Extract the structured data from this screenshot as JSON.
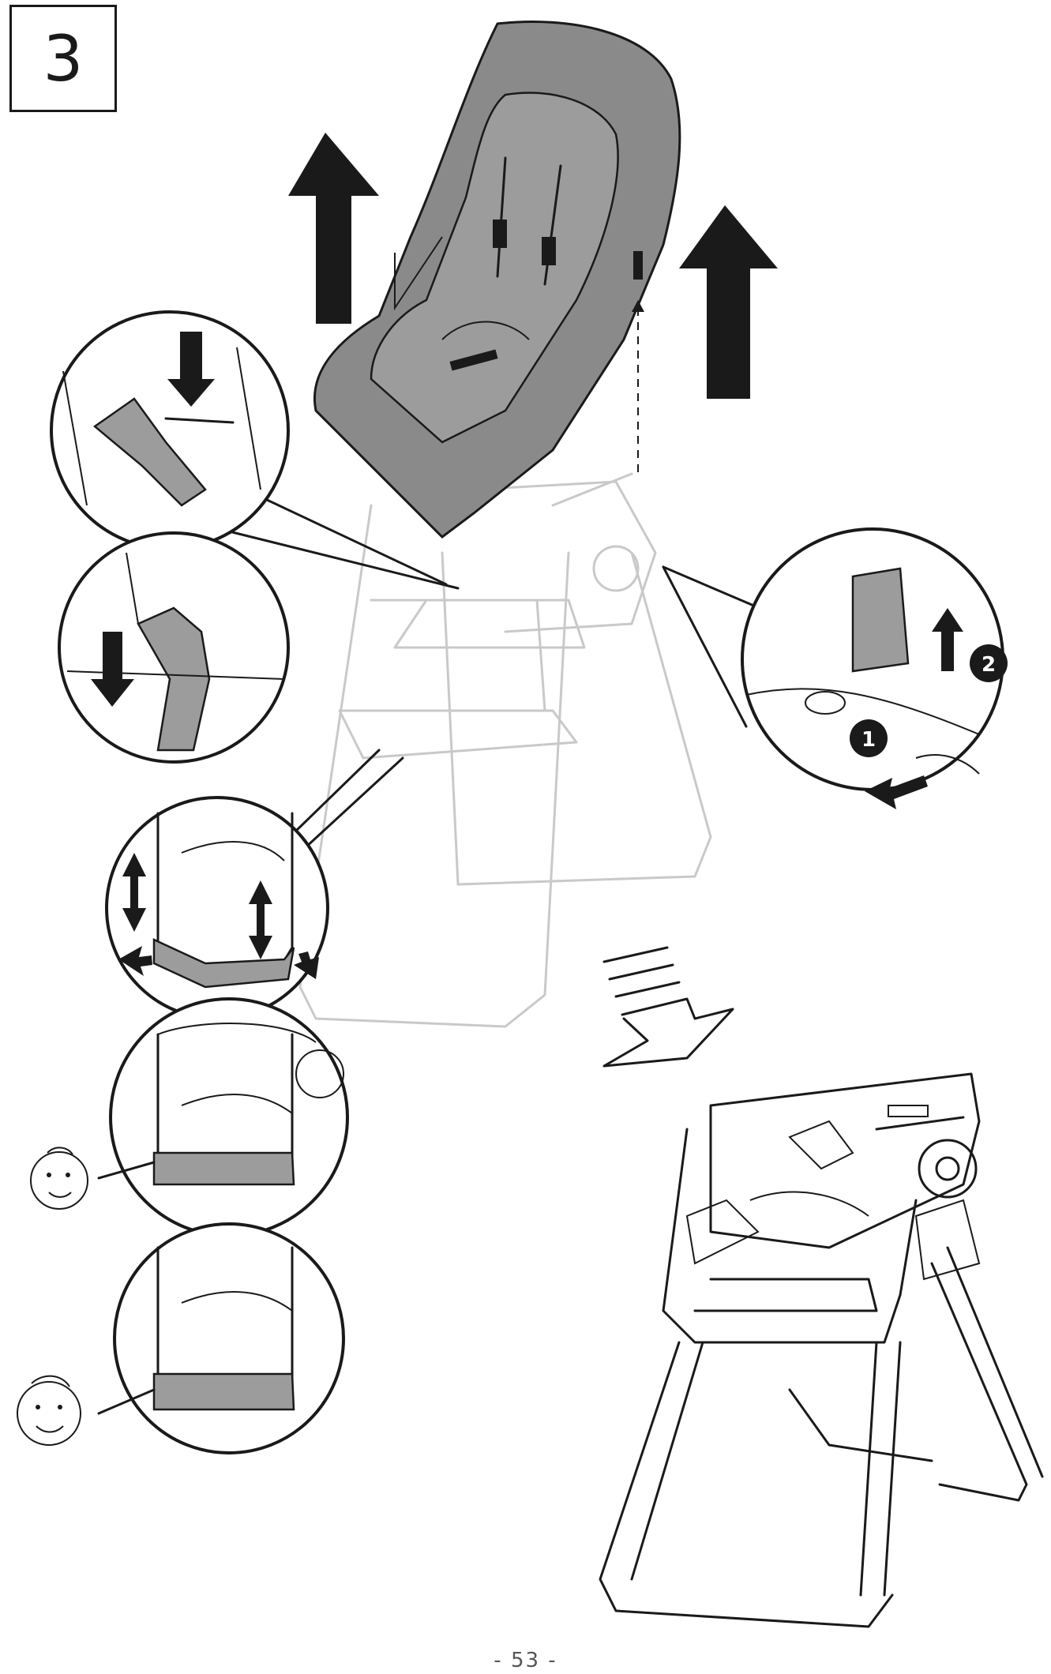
{
  "step": {
    "number": "3"
  },
  "page": {
    "number": "- 53 -"
  },
  "callouts": {
    "badge_1": "1",
    "badge_2": "2"
  },
  "colors": {
    "ink": "#1a1a1a",
    "pad": "#8a8a8a",
    "faint_frame": "#c9c9c9"
  },
  "icons": [
    "arrow-up-icon",
    "arrow-down-icon",
    "double-arrow-icon",
    "outline-arrow-icon",
    "baby-face-icon"
  ]
}
